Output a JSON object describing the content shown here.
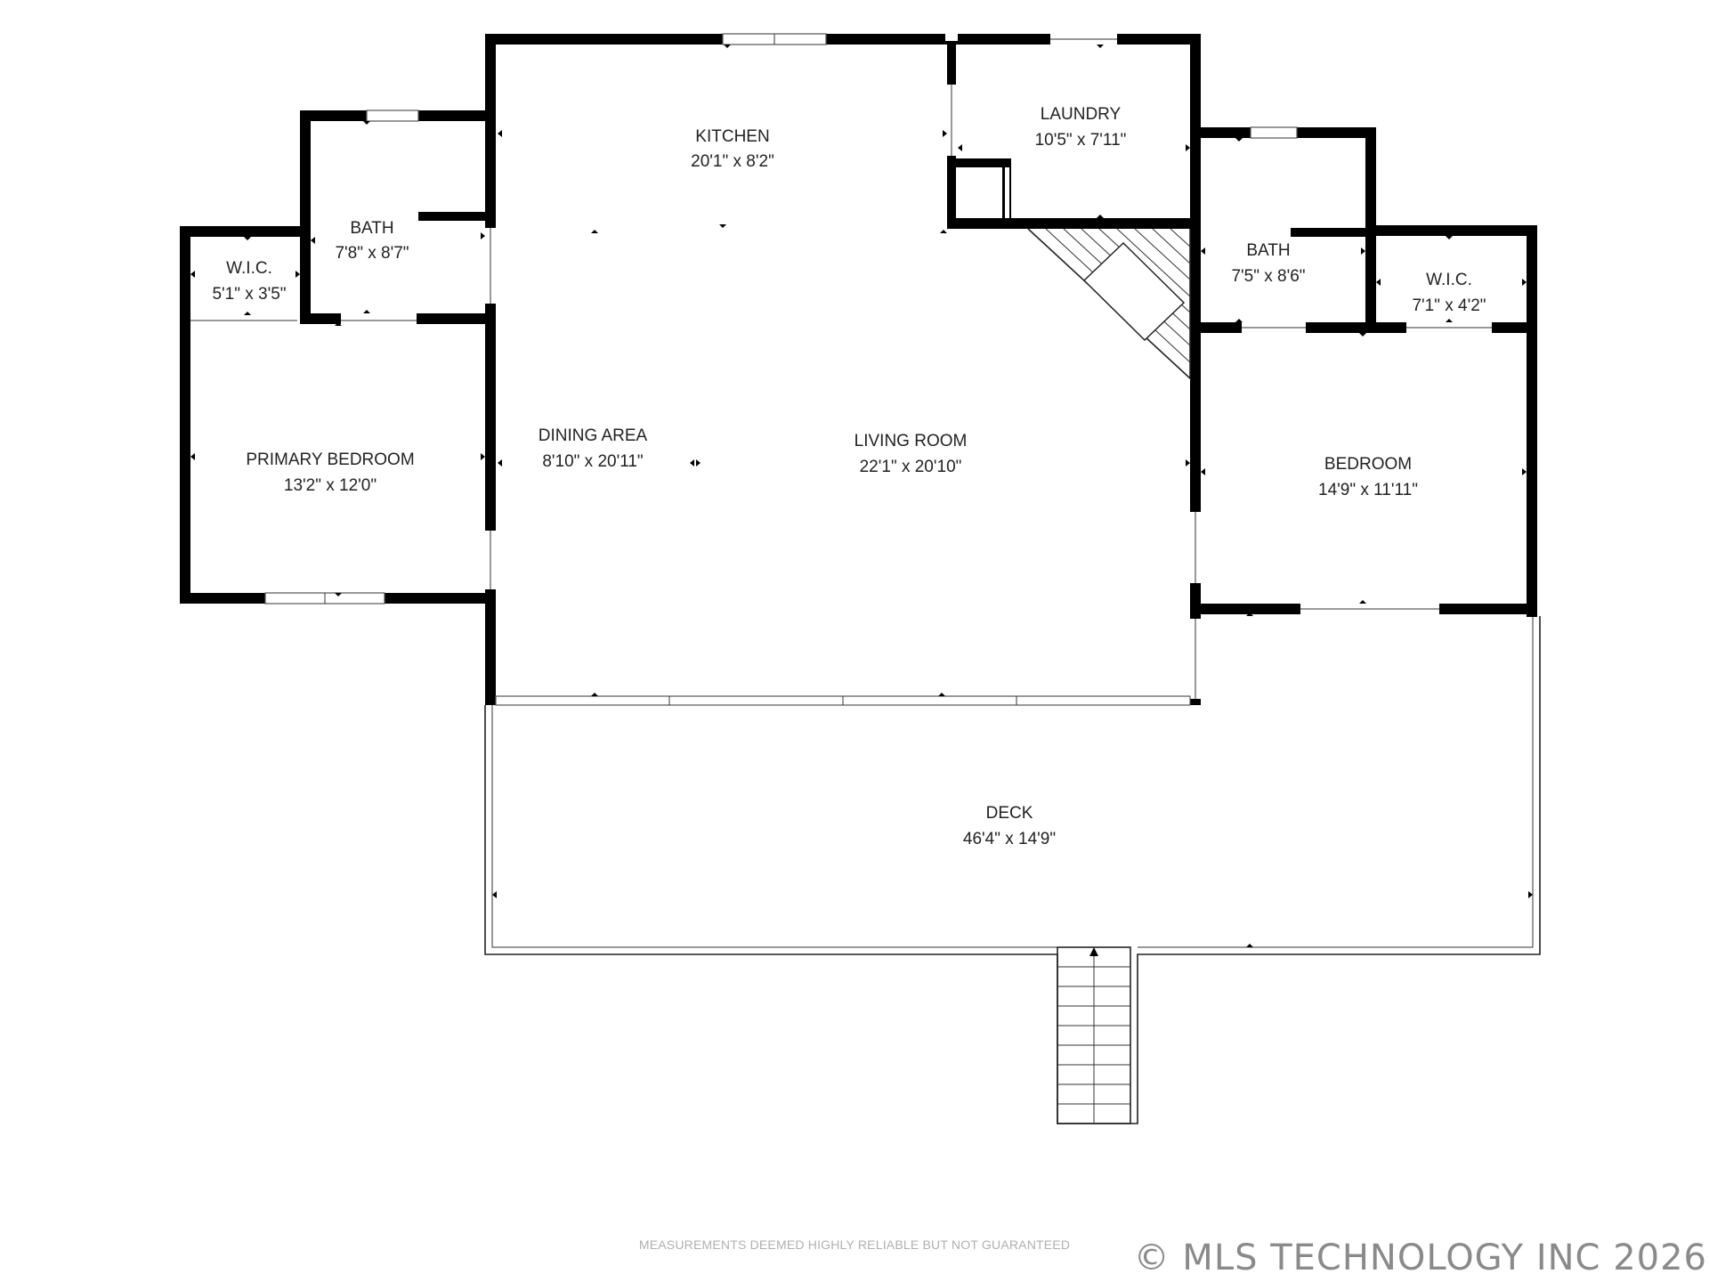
{
  "rooms": {
    "kitchen": {
      "name": "KITCHEN",
      "dim": "20'1\" x 8'2\""
    },
    "laundry": {
      "name": "LAUNDRY",
      "dim": "10'5\" x 7'11\""
    },
    "bath_left": {
      "name": "BATH",
      "dim": "7'8\" x 8'7\""
    },
    "wic_left": {
      "name": "W.I.C.",
      "dim": "5'1\" x 3'5\""
    },
    "primary_bedroom": {
      "name": "PRIMARY BEDROOM",
      "dim": "13'2\" x 12'0\""
    },
    "dining_area": {
      "name": "DINING AREA",
      "dim": "8'10\" x 20'11\""
    },
    "living_room": {
      "name": "LIVING ROOM",
      "dim": "22'1\" x 20'10\""
    },
    "bath_right": {
      "name": "BATH",
      "dim": "7'5\" x 8'6\""
    },
    "wic_right": {
      "name": "W.I.C.",
      "dim": "7'1\" x 4'2\""
    },
    "bedroom": {
      "name": "BEDROOM",
      "dim": "14'9\" x 11'11\""
    },
    "deck": {
      "name": "DECK",
      "dim": "46'4\" x 14'9\""
    }
  },
  "footer": {
    "disclaimer": "MEASUREMENTS DEEMED HIGHLY RELIABLE BUT NOT GUARANTEED",
    "copyright": "© MLS TECHNOLOGY INC 2026"
  },
  "colors": {
    "wall": "#000000",
    "background": "#ffffff",
    "watermark": "#8a8a8a"
  }
}
